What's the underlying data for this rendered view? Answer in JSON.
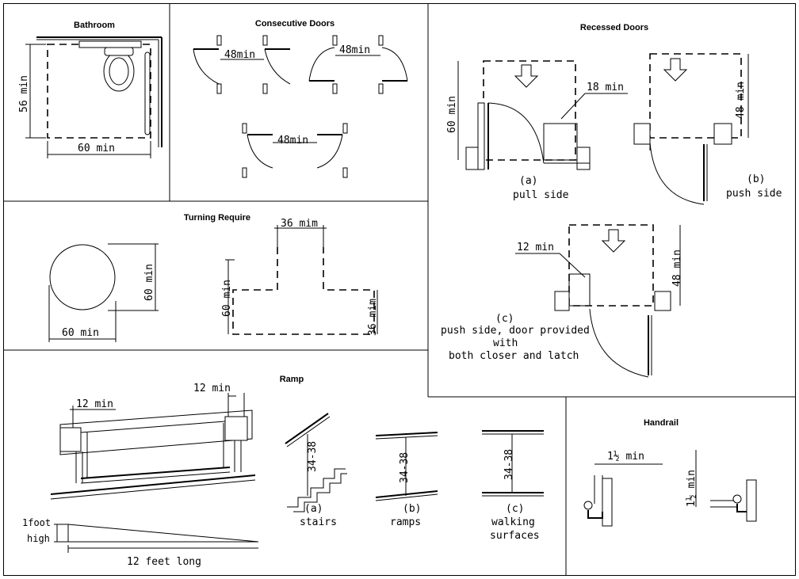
{
  "panels": {
    "bathroom": {
      "title": "Bathroom",
      "dim_height": "56 min",
      "dim_width": "60 min"
    },
    "consecutive_doors": {
      "title": "Consecutive Doors",
      "dim_a": "48min",
      "dim_b": "48min",
      "dim_c": "48min"
    },
    "recessed_doors": {
      "title": "Recessed Doors",
      "a": {
        "dim_height": "60 min",
        "dim_offset": "18 min",
        "caption_letter": "(a)",
        "caption": "pull side"
      },
      "b": {
        "dim_height": "48 min",
        "caption_letter": "(b)",
        "caption": "push side"
      },
      "c": {
        "dim_offset": "12 min",
        "dim_height": "48 min",
        "caption_letter": "(c)",
        "caption_line1": "push side, door provided",
        "caption_line2": "with",
        "caption_line3": "both closer and latch"
      }
    },
    "turning": {
      "title": "Turning Require",
      "circle_height": "60 min",
      "circle_width": "60 min",
      "t_top": "36 mim",
      "t_left": "60 min",
      "t_right": "36 mim"
    },
    "ramp": {
      "title": "Ramp",
      "dim_left": "12 min",
      "dim_right": "12 min",
      "slope_rise": "1foot",
      "slope_rise_2": "high",
      "slope_run": "12 feet long",
      "stairs": {
        "dim": "34-38",
        "letter": "(a)",
        "caption": "stairs"
      },
      "ramps": {
        "dim": "34-38",
        "letter": "(b)",
        "caption": "ramps"
      },
      "walking": {
        "dim": "34-38",
        "letter": "(c)",
        "caption_line1": "walking",
        "caption_line2": "surfaces"
      }
    },
    "handrail": {
      "title": "Handrail",
      "dim_a": "1½ min",
      "dim_b": "1½ min"
    }
  },
  "colors": {
    "line": "#000000",
    "background": "#ffffff"
  }
}
